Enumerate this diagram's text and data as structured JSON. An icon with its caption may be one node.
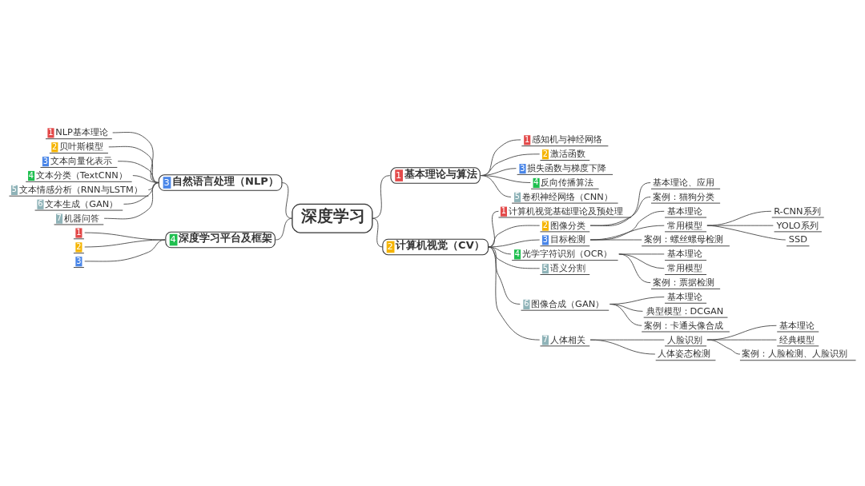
{
  "diagram": {
    "nodes": [
      {
        "text": [
          "深度学习"
        ]
      },
      {
        "text": [
          "1",
          "基本理论与算法"
        ]
      },
      {
        "text": [
          "1",
          "感知机与神经网络"
        ]
      },
      {
        "text": [
          "2",
          "激活函数"
        ]
      },
      {
        "text": [
          "3",
          "损失函数与梯度下降"
        ]
      },
      {
        "text": [
          "4",
          "反向传播算法"
        ]
      },
      {
        "text": [
          "5",
          "卷积神经网络（CNN）"
        ]
      },
      {
        "text": [
          "2",
          "计算机视觉（CV）"
        ]
      },
      {
        "text": [
          "1",
          "计算机视觉基础理论及预处理"
        ]
      },
      {
        "text": [
          "2",
          "图像分类"
        ]
      },
      {
        "text": [
          "基本理论、应用"
        ]
      },
      {
        "text": [
          "案例：猫狗分类"
        ]
      },
      {
        "text": [
          "3",
          "目标检测"
        ]
      },
      {
        "text": [
          "基本理论"
        ]
      },
      {
        "text": [
          "常用模型"
        ]
      },
      {
        "text": [
          "R-CNN系列"
        ]
      },
      {
        "text": [
          "YOLO系列"
        ]
      },
      {
        "text": [
          "SSD"
        ]
      },
      {
        "text": [
          "案例：螺丝螺母检测"
        ]
      },
      {
        "text": [
          "4",
          "光学字符识别（OCR）"
        ]
      },
      {
        "text": [
          "基本理论"
        ]
      },
      {
        "text": [
          "常用模型"
        ]
      },
      {
        "text": [
          "案例：票据检测"
        ]
      },
      {
        "text": [
          "5",
          "语义分割"
        ]
      },
      {
        "text": [
          "6",
          "图像合成（GAN）"
        ]
      },
      {
        "text": [
          "基本理论"
        ]
      },
      {
        "text": [
          "典型模型：DCGAN"
        ]
      },
      {
        "text": [
          "案例：卡通头像合成"
        ]
      },
      {
        "text": [
          "7",
          "人体相关"
        ]
      },
      {
        "text": [
          "人脸识别"
        ]
      },
      {
        "text": [
          "基本理论"
        ]
      },
      {
        "text": [
          "经典模型"
        ]
      },
      {
        "text": [
          "案例：人脸检测、人脸识别"
        ]
      },
      {
        "text": [
          "人体姿态检测"
        ]
      },
      {
        "text": [
          "3",
          "自然语言处理（NLP）"
        ]
      },
      {
        "text": [
          "1",
          "NLP基本理论"
        ]
      },
      {
        "text": [
          "2",
          "贝叶斯模型"
        ]
      },
      {
        "text": [
          "3",
          "文本向量化表示"
        ]
      },
      {
        "text": [
          "4",
          "文本分类（TextCNN）"
        ]
      },
      {
        "text": [
          "5",
          "文本情感分析（RNN与LSTM）"
        ]
      },
      {
        "text": [
          "6",
          "文本生成（GAN）"
        ]
      },
      {
        "text": [
          "7",
          "机器问答"
        ]
      },
      {
        "text": [
          "4",
          "深度学习平台及框架"
        ]
      },
      {
        "text": [
          "1"
        ]
      },
      {
        "text": [
          "2"
        ]
      },
      {
        "text": [
          "3"
        ]
      }
    ],
    "edges": [
      {
        "from": 0,
        "to": 1,
        "arrow": "none"
      },
      {
        "from": 1,
        "to": 2,
        "arrow": "none"
      },
      {
        "from": 1,
        "to": 3,
        "arrow": "none"
      },
      {
        "from": 1,
        "to": 4,
        "arrow": "none"
      },
      {
        "from": 1,
        "to": 5,
        "arrow": "none"
      },
      {
        "from": 1,
        "to": 6,
        "arrow": "none"
      },
      {
        "from": 0,
        "to": 7,
        "arrow": "none"
      },
      {
        "from": 7,
        "to": 8,
        "arrow": "none"
      },
      {
        "from": 7,
        "to": 9,
        "arrow": "none"
      },
      {
        "from": 9,
        "to": 10,
        "arrow": "none"
      },
      {
        "from": 9,
        "to": 11,
        "arrow": "none"
      },
      {
        "from": 7,
        "to": 12,
        "arrow": "none"
      },
      {
        "from": 12,
        "to": 13,
        "arrow": "none"
      },
      {
        "from": 12,
        "to": 14,
        "arrow": "none"
      },
      {
        "from": 14,
        "to": 15,
        "arrow": "none"
      },
      {
        "from": 14,
        "to": 16,
        "arrow": "none"
      },
      {
        "from": 14,
        "to": 17,
        "arrow": "none"
      },
      {
        "from": 12,
        "to": 18,
        "arrow": "none"
      },
      {
        "from": 7,
        "to": 19,
        "arrow": "none"
      },
      {
        "from": 19,
        "to": 20,
        "arrow": "none"
      },
      {
        "from": 19,
        "to": 21,
        "arrow": "none"
      },
      {
        "from": 19,
        "to": 22,
        "arrow": "none"
      },
      {
        "from": 7,
        "to": 23,
        "arrow": "none"
      },
      {
        "from": 7,
        "to": 24,
        "arrow": "none"
      },
      {
        "from": 24,
        "to": 25,
        "arrow": "none"
      },
      {
        "from": 24,
        "to": 26,
        "arrow": "none"
      },
      {
        "from": 24,
        "to": 27,
        "arrow": "none"
      },
      {
        "from": 7,
        "to": 28,
        "arrow": "none"
      },
      {
        "from": 28,
        "to": 29,
        "arrow": "none"
      },
      {
        "from": 29,
        "to": 30,
        "arrow": "none"
      },
      {
        "from": 29,
        "to": 31,
        "arrow": "none"
      },
      {
        "from": 29,
        "to": 32,
        "arrow": "none"
      },
      {
        "from": 28,
        "to": 33,
        "arrow": "none"
      },
      {
        "from": 34,
        "to": 0,
        "arrow": "none"
      },
      {
        "from": 35,
        "to": 34,
        "arrow": "none"
      },
      {
        "from": 36,
        "to": 34,
        "arrow": "none"
      },
      {
        "from": 37,
        "to": 34,
        "arrow": "none"
      },
      {
        "from": 38,
        "to": 34,
        "arrow": "none"
      },
      {
        "from": 39,
        "to": 34,
        "arrow": "none"
      },
      {
        "from": 40,
        "to": 34,
        "arrow": "none"
      },
      {
        "from": 41,
        "to": 34,
        "arrow": "none"
      },
      {
        "from": 42,
        "to": 0,
        "arrow": "none"
      },
      {
        "from": 43,
        "to": 42,
        "arrow": "none"
      },
      {
        "from": 44,
        "to": 42,
        "arrow": "none"
      },
      {
        "from": 45,
        "to": 42,
        "arrow": "none"
      }
    ]
  }
}
